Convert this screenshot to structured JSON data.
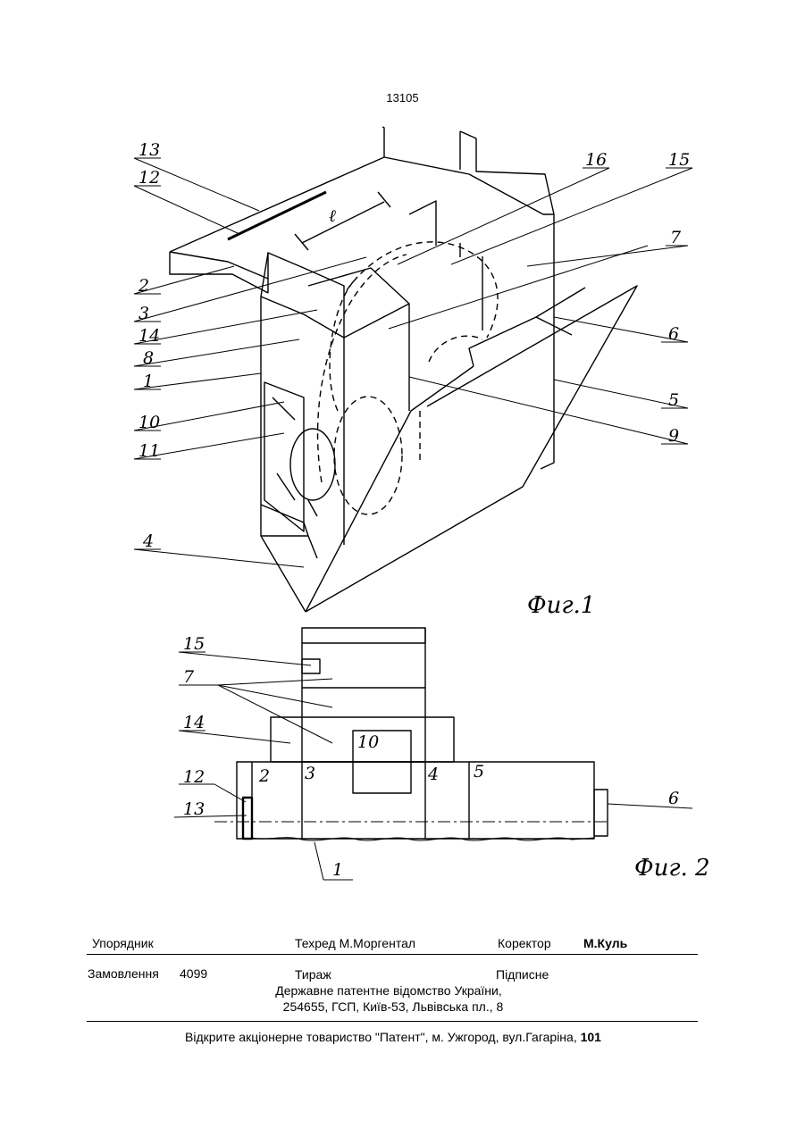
{
  "page_number": "13105",
  "figure1": {
    "caption": "Фиг.1",
    "labels": [
      "13",
      "12",
      "2",
      "3",
      "14",
      "8",
      "1",
      "10",
      "11",
      "4",
      "16",
      "15",
      "7",
      "6",
      "5",
      "9"
    ],
    "dimension_label": "ℓ"
  },
  "figure2": {
    "caption": "Фиг. 2",
    "labels": [
      "15",
      "7",
      "14",
      "12",
      "13",
      "1",
      "6"
    ],
    "inner_labels": [
      "2",
      "3",
      "10",
      "4",
      "5"
    ]
  },
  "imprint": {
    "compiler_label": "Упорядник",
    "techred": "Техред М.Моргентал",
    "corrector_label": "Коректор",
    "corrector_name": "М.Куль",
    "order_label": "Замовлення",
    "order_number": "4099",
    "circulation_label": "Тираж",
    "subscription": "Підписне",
    "office": "Державне патентне відомство України,",
    "address": "254655, ГСП, Київ-53, Львівська пл., 8",
    "publisher": "Відкрите акціонерне товариство \"Патент\", м. Ужгород, вул.Гагаріна,",
    "publisher_number": "101"
  }
}
